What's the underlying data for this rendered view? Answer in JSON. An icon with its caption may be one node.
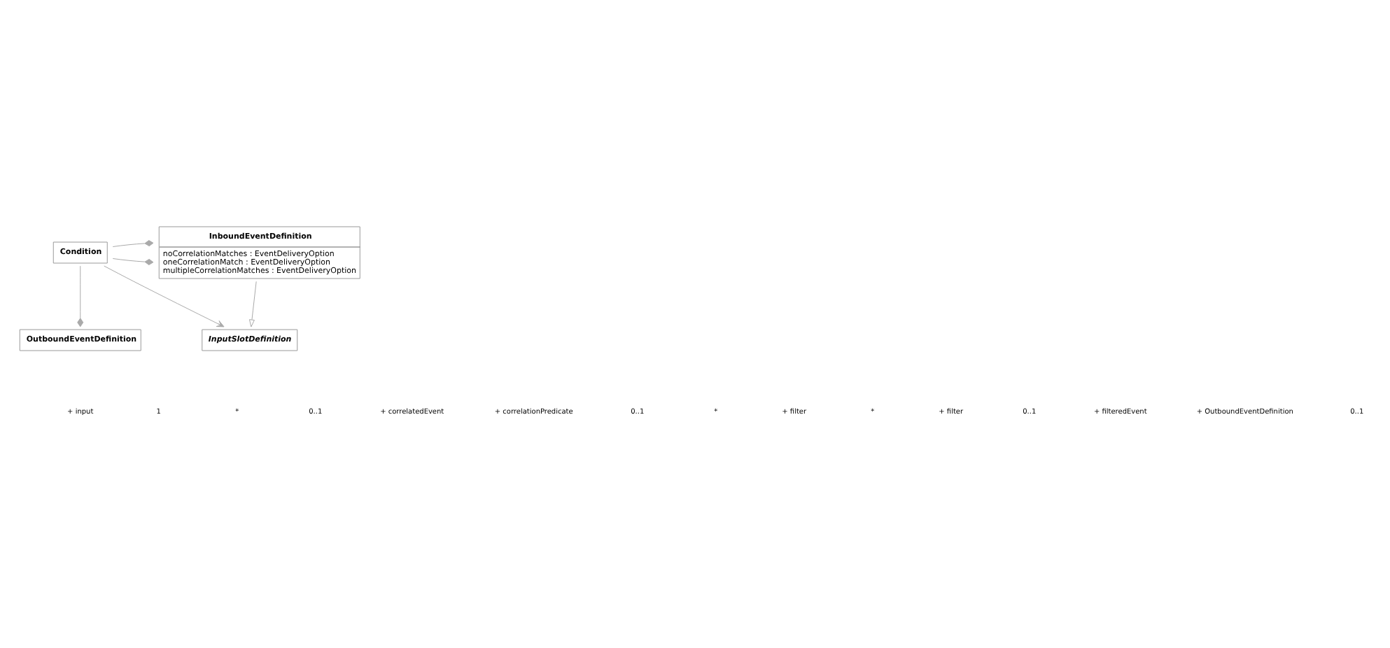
{
  "diagram": {
    "nodes": [
      {
        "text": [
          "InputSlotDefinition"
        ]
      },
      {
        "text": [
          "Condition"
        ]
      },
      {
        "text": [
          "InboundEventDefinition",
          "noCorrelationMatches : EventDeliveryOption",
          "oneCorrelationMatch : EventDeliveryOption",
          "multipleCorrelationMatches : EventDeliveryOption"
        ]
      },
      {
        "text": [
          "OutboundEventDefinition"
        ]
      }
    ],
    "edges": [
      {
        "from": 1,
        "to": 0,
        "arrow": "to"
      },
      {
        "from": 2,
        "to": 0,
        "arrow": "to"
      },
      {
        "from": 1,
        "to": 2,
        "arrow": "other"
      },
      {
        "from": 1,
        "to": 2,
        "arrow": "other"
      },
      {
        "from": 1,
        "to": 3,
        "arrow": "other"
      }
    ],
    "labels": [
      "+ input",
      "1",
      "*",
      "0..1",
      "+ correlatedEvent",
      "+ correlationPredicate",
      "0..1",
      "*",
      "+ filter",
      "*",
      "+ filter",
      "0..1",
      "+ filteredEvent",
      "+ OutboundEventDefinition",
      "0..1"
    ]
  }
}
